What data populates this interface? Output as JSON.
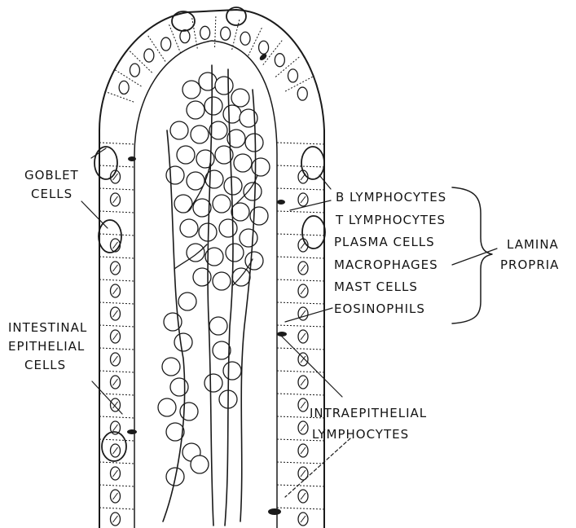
{
  "labels": {
    "goblet": [
      "GOBLET",
      "CELLS"
    ],
    "intestinal": [
      "INTESTINAL",
      "EPITHELIAL",
      "CELLS"
    ],
    "cell_types": [
      "B LYMPHOCYTES",
      "T LYMPHOCYTES",
      "PLASMA CELLS",
      "MACROPHAGES",
      "MAST CELLS",
      "EOSINOPHILS"
    ],
    "lamina": [
      "LAMINA",
      "PROPRIA"
    ],
    "intraepithelial": [
      "INTRAEPITHELIAL",
      "LYMPHOCYTES"
    ]
  },
  "colors": {
    "ink": "#1a1a1a",
    "background": "#ffffff"
  }
}
